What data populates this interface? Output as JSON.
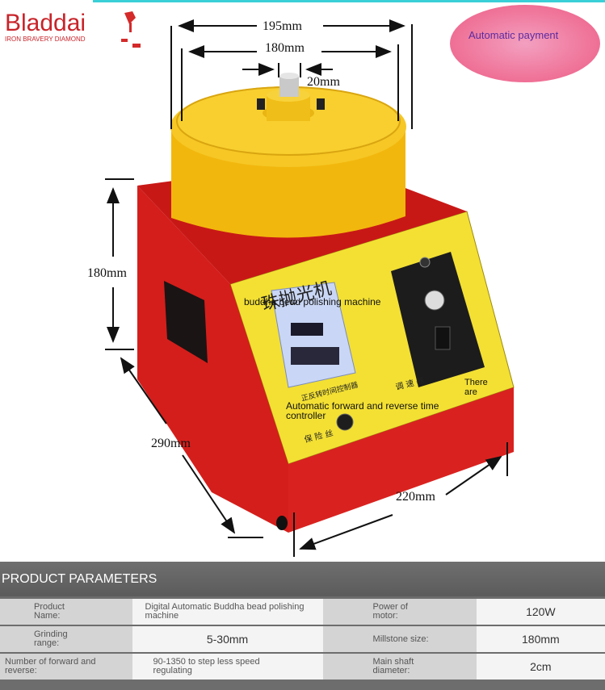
{
  "brand": {
    "name": "Bladdai",
    "tagline": "IRON BRAVERY DIAMOND"
  },
  "payment_badge": {
    "label": "Automatic payment"
  },
  "dimensions": {
    "top_outer": "195mm",
    "top_inner": "180mm",
    "shaft": "20mm",
    "height": "180mm",
    "depth": "290mm",
    "width": "220mm"
  },
  "machine": {
    "panel_title": "珠抛光机",
    "product_caption": "buddha bead polishing machine",
    "timer_caption": "Automatic forward and reverse time controller",
    "knob_caption": "There are",
    "speed_label": "调 速 器",
    "switch_label": "保 险 丝",
    "timer_label": "正反转时间控制器"
  },
  "params": {
    "title": "PRODUCT PARAMETERS",
    "rows": [
      {
        "label1": "Product Name:",
        "value1": "Digital Automatic Buddha bead polishing machine",
        "label2": "Power of motor:",
        "value2": "120W"
      },
      {
        "label1": "Grinding range:",
        "value1": "5-30mm",
        "label2": "Millstone size:",
        "value2": "180mm"
      },
      {
        "label1": "Number of forward and reverse:",
        "value1": "90-1350 to step less speed regulating",
        "label2": "Main shaft diameter:",
        "value2": "2cm"
      }
    ]
  }
}
